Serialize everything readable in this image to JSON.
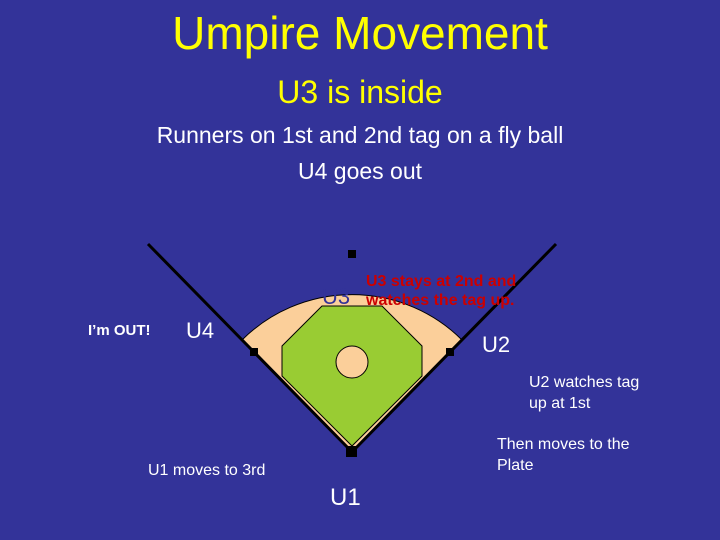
{
  "title": "Umpire Movement",
  "subtitle": "U3 is inside",
  "lines": [
    "Runners on 1st and 2nd tag on a fly ball",
    "U4 goes out"
  ],
  "labels": {
    "u3": "U3",
    "u4": "U4",
    "u2": "U2",
    "u1": "U1",
    "u3_note": [
      "U3 stays at 2nd and",
      "watches the tag up."
    ],
    "im_out": "I’m OUT!",
    "u2_watch": [
      "U2 watches tag",
      "up at 1st"
    ],
    "then_moves": [
      "Then moves to the",
      "Plate"
    ],
    "u1_moves": "U1 moves to 3rd"
  },
  "colors": {
    "background": "#333399",
    "title": "#ffff00",
    "infield_dirt": "#fbcf9a",
    "grass": "#99cc33",
    "note": "#cc0000"
  }
}
